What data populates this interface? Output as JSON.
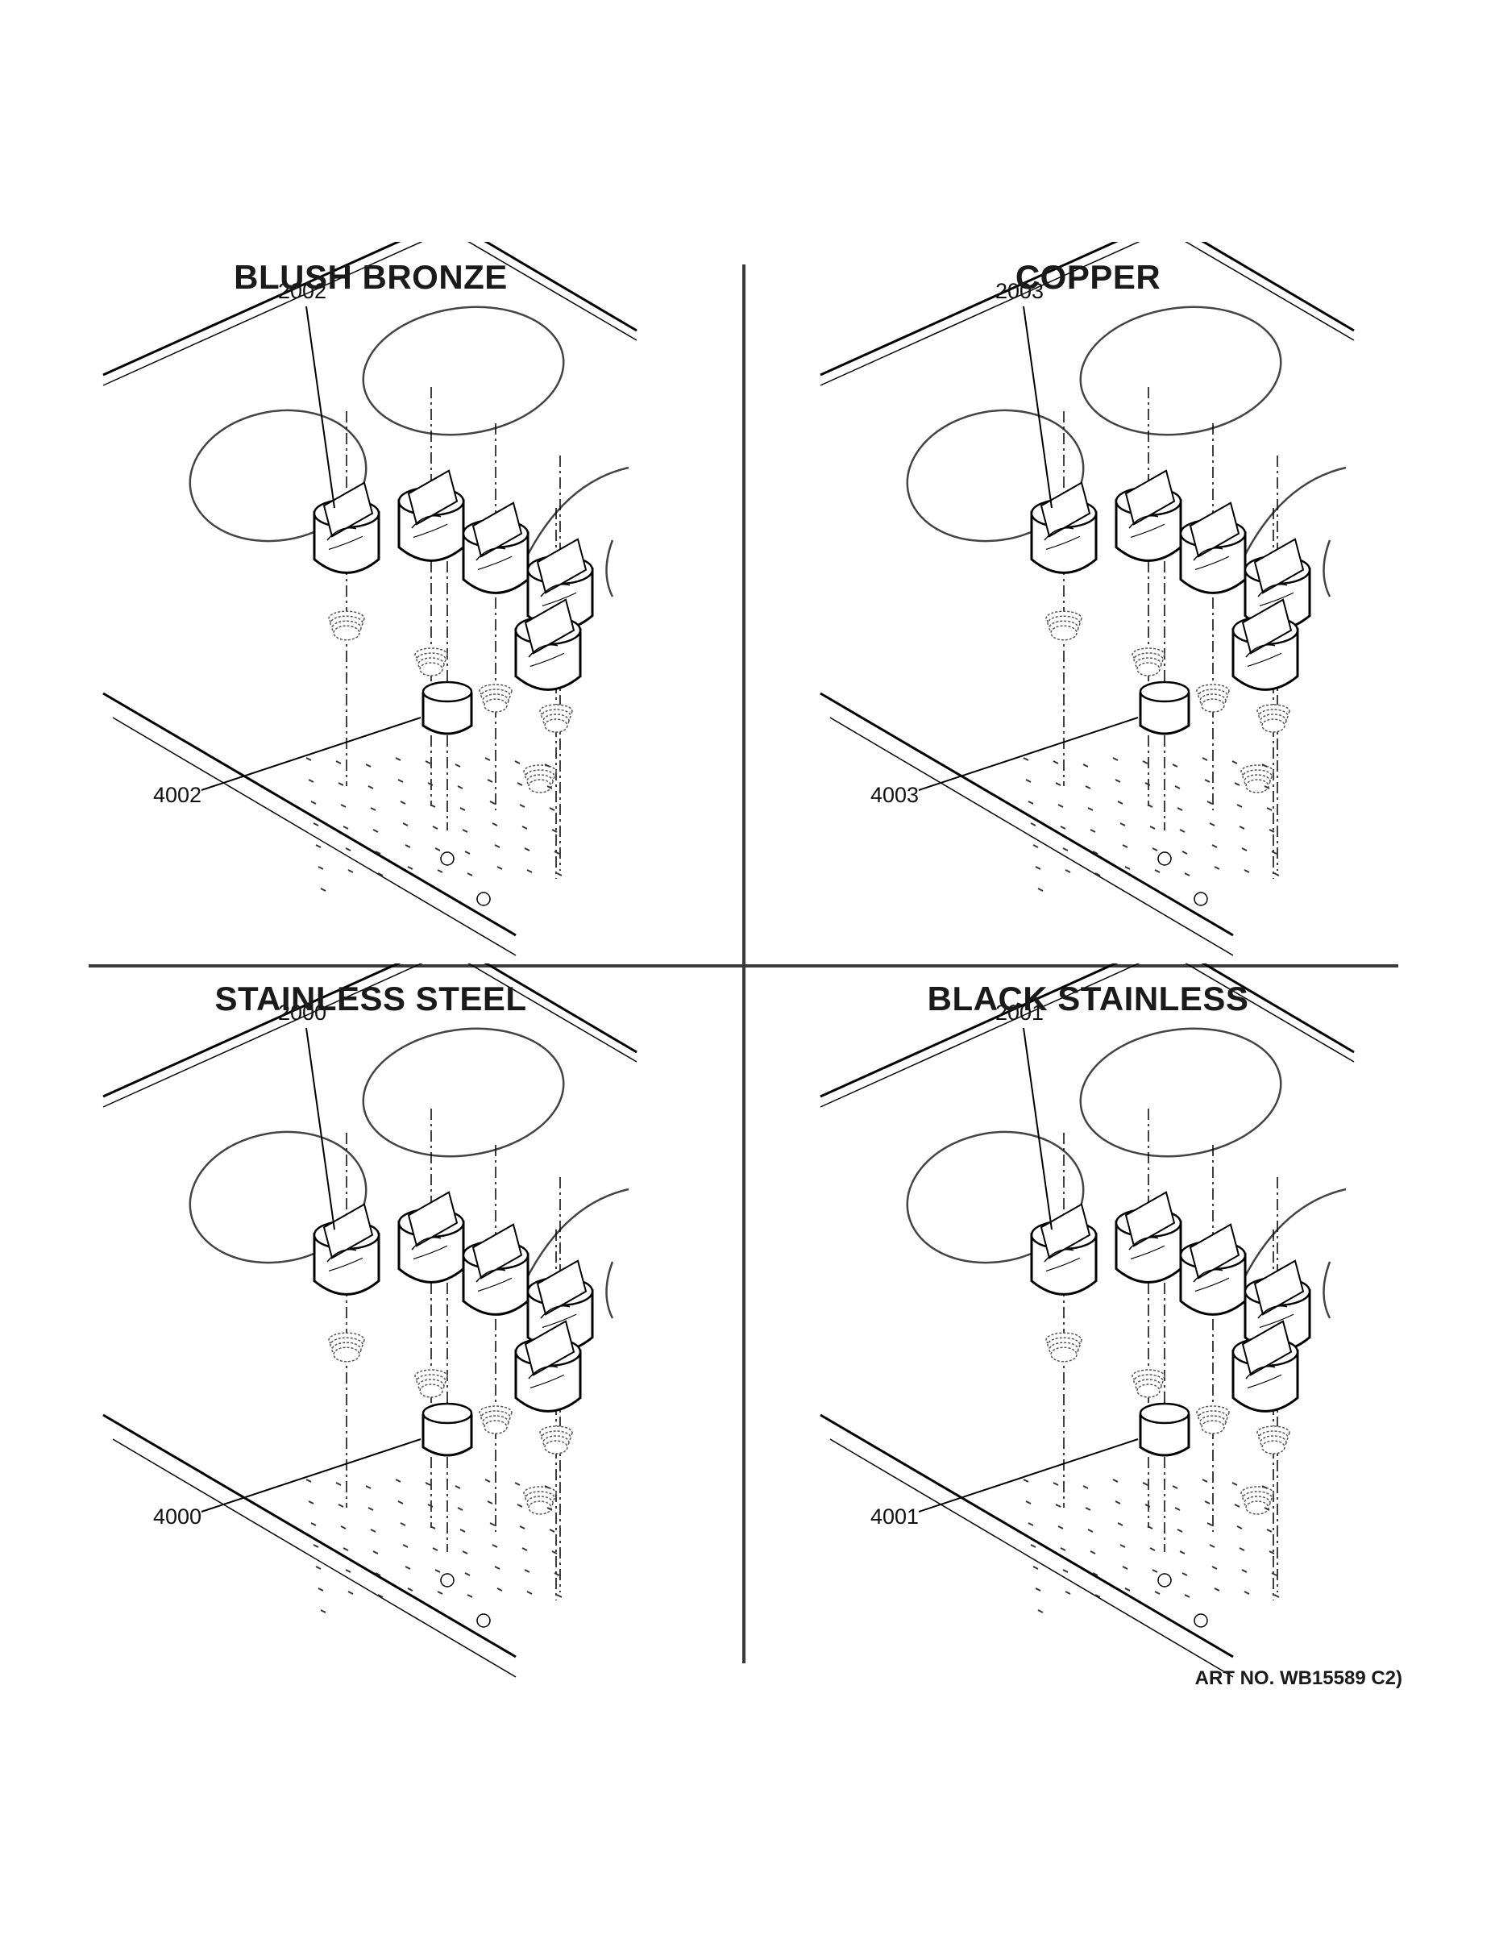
{
  "quadrants": [
    {
      "title": "BLUSH BRONZE",
      "knob_ref": "2002",
      "cap_ref": "4002"
    },
    {
      "title": "COPPER",
      "knob_ref": "2003",
      "cap_ref": "4003"
    },
    {
      "title": "STAINLESS STEEL",
      "knob_ref": "2000",
      "cap_ref": "4000"
    },
    {
      "title": "BLACK STAINLESS",
      "knob_ref": "2001",
      "cap_ref": "4001"
    }
  ],
  "art_number": "ART NO. WB15589 C2)"
}
